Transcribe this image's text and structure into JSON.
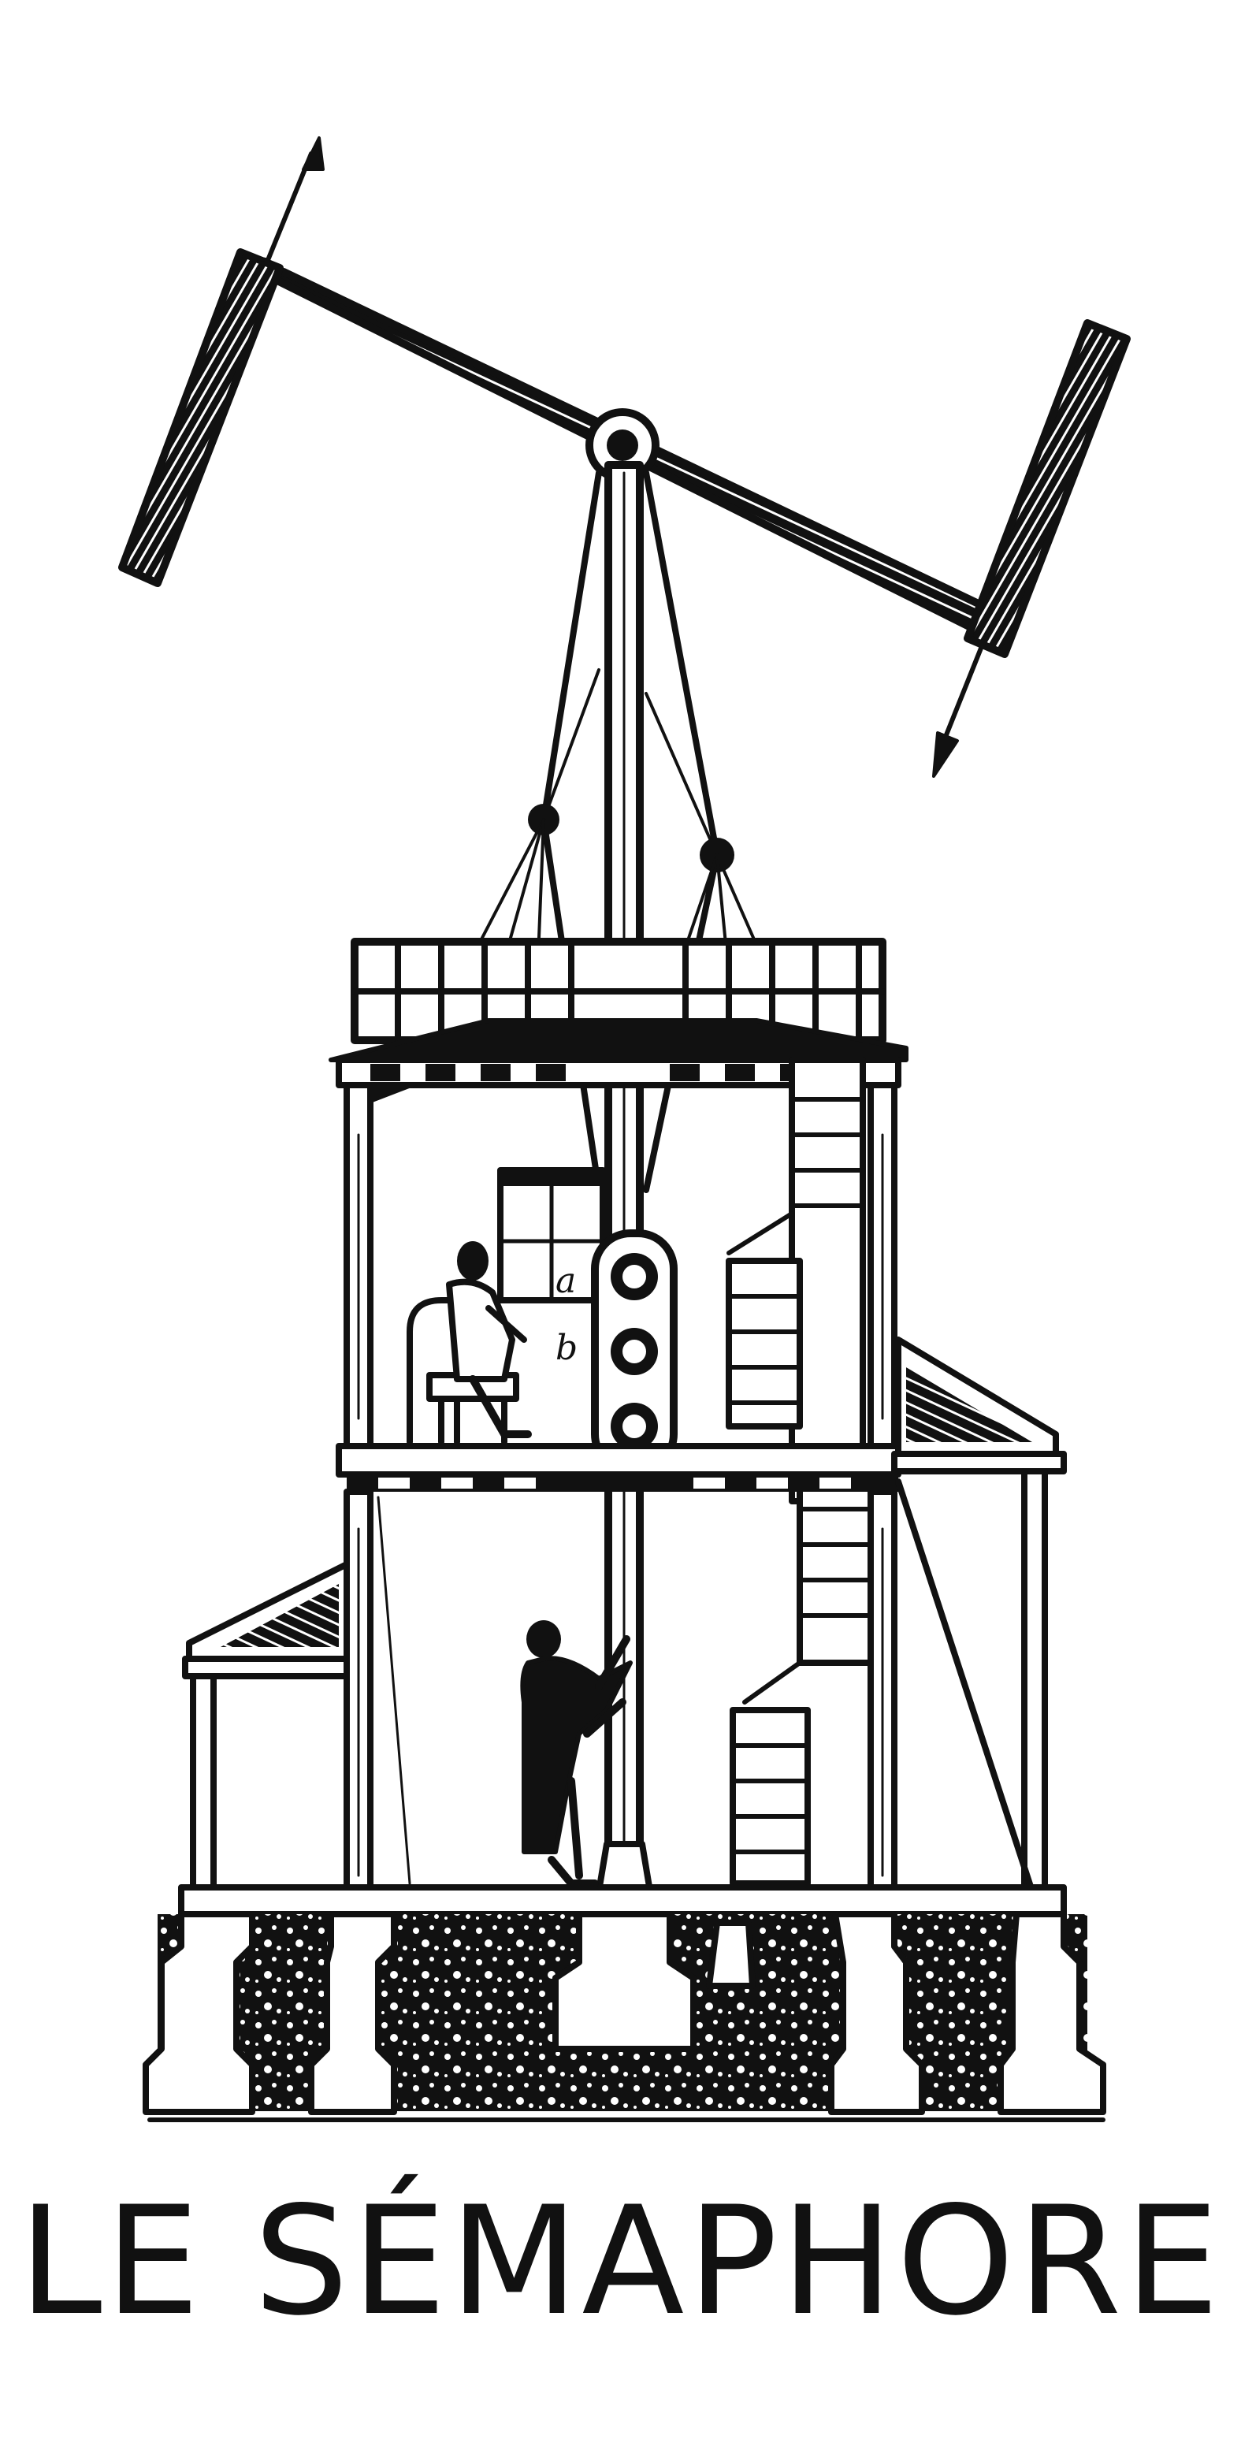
{
  "title": "LE SÉMAPHORE",
  "colors": {
    "ink": "#111111",
    "paper": "#ffffff"
  },
  "illustration": {
    "subject": "semaphore-tower",
    "elements": [
      "signal-arm",
      "central-mast",
      "rooftop-railing",
      "upper-floor",
      "lower-floor",
      "spiral-staircase",
      "seated-operator",
      "standing-operator",
      "signal-lamps",
      "stone-foundation"
    ]
  }
}
